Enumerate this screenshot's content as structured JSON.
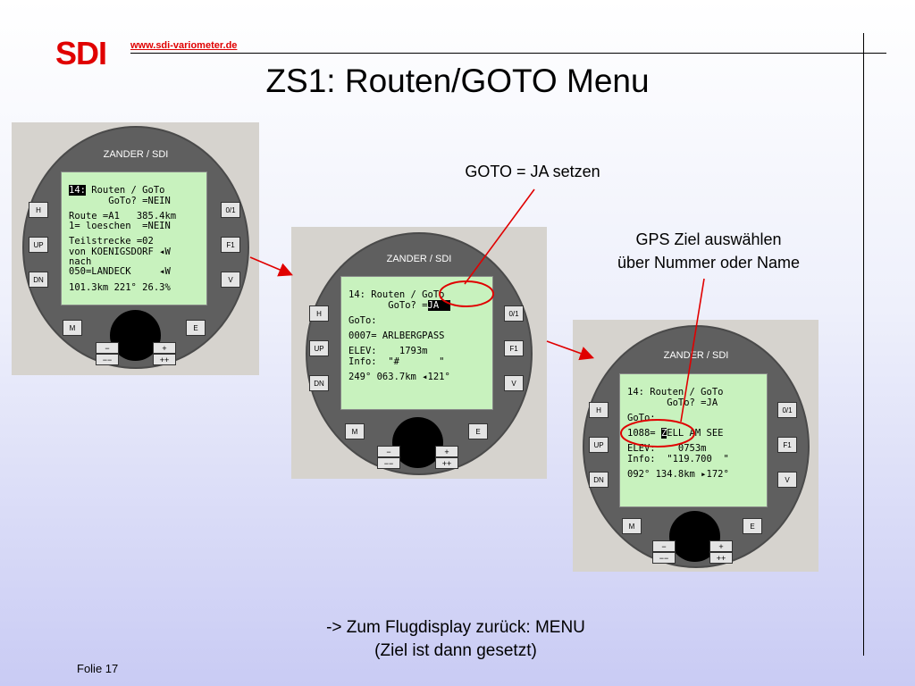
{
  "header": {
    "logo": "SDI",
    "url": "www.sdi-variometer.de",
    "title": "ZS1: Routen/GOTO Menu"
  },
  "annotations": {
    "goto_label": "GOTO = JA setzen",
    "gps_title": "GPS Ziel auswählen",
    "gps_sub": "über Nummer oder Name"
  },
  "footer": {
    "line1": "-> Zum Flugdisplay zurück: MENU",
    "line2": "(Ziel ist dann gesetzt)",
    "slide": "Folie 17"
  },
  "buttons": {
    "h": "H",
    "up": "UP",
    "dn": "DN",
    "f01": "0/1",
    "f1": "F1",
    "v": "V",
    "m": "M",
    "e": "E",
    "minus": "−",
    "plus": "+",
    "minusminus": "−−",
    "plusplus": "++"
  },
  "devices": [
    {
      "brand": "ZANDER / SDI",
      "lcd": {
        "l1_inv": "14:",
        "l1_rest": " Routen / GoTo",
        "l2": "       GoTo? =NEIN",
        "l3": "Route =A1   385.4km",
        "l4": "1= loeschen  =NEIN",
        "l5": "Teilstrecke =02",
        "l6": "von KOENIGSDORF ◂W",
        "l7": "nach",
        "l8": "050=LANDECK     ◂W",
        "l9": "101.3km 221° 26.3%"
      }
    },
    {
      "brand": "ZANDER / SDI",
      "lcd": {
        "l1": "14: Routen / GoTo",
        "l2_pre": "       GoTo? =",
        "l2_inv": "JA  ",
        "l3": "GoTo:",
        "l4": "0007= ARLBERGPASS",
        "l5": "ELEV:    1793m",
        "l6": "Info:  \"#       \"",
        "l7": "249° 063.7km ◂121°"
      }
    },
    {
      "brand": "ZANDER / SDI",
      "lcd": {
        "l1": "14: Routen / GoTo",
        "l2": "       GoTo? =JA",
        "l3": "GoTo:",
        "l4_pre": "1088= ",
        "l4_inv": "Z",
        "l4_rest": "ELL AM SEE",
        "l5": "ELEV:    0753m",
        "l6": "Info:  \"119.700  \"",
        "l7": "092° 134.8km ▸172°"
      }
    }
  ],
  "colors": {
    "logo": "#e00000",
    "arrow": "#e00000",
    "lcd": "#c8f2be"
  }
}
